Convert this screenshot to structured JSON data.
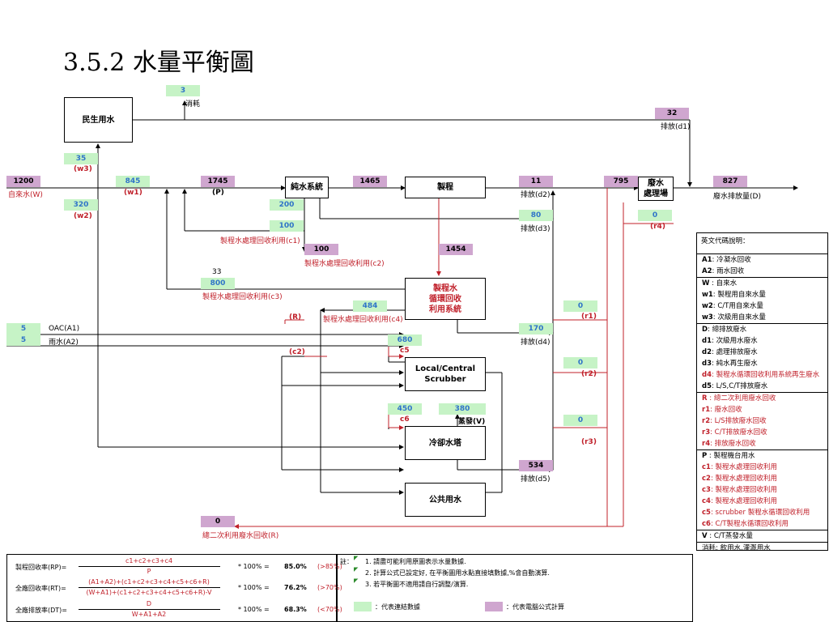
{
  "title": "3.5.2 水量平衡圖",
  "boxes": {
    "domestic": "民生用水",
    "pure": "純水系統",
    "process": "製程",
    "wwtp": "廢水\n處理場",
    "recycle": "製程水\n循環回收\n利用系統",
    "scrubber": "Local/Central\nScrubber",
    "cooling": "冷卻水塔",
    "public": "公共用水"
  },
  "values": {
    "v3": "3",
    "v32": "32",
    "v35": "35",
    "v1200": "1200",
    "v845": "845",
    "v1745": "1745",
    "v1465": "1465",
    "v11": "11",
    "v795": "795",
    "v827": "827",
    "v320": "320",
    "v200": "200",
    "v80": "80",
    "v0_r4": "0",
    "v100a": "100",
    "v100b": "100",
    "v1454": "1454",
    "v33": "33",
    "v800": "800",
    "v484": "484",
    "v0_r1": "0",
    "v5a": "5",
    "v5b": "5",
    "v170": "170",
    "v680": "680",
    "v0_r2": "0",
    "v450": "450",
    "v380": "380",
    "v0_r3": "0",
    "v534": "534",
    "v0_R": "0"
  },
  "labels": {
    "consume": "消耗",
    "d1": "排放(d1)",
    "w3": "(w3)",
    "W": "自來水(W)",
    "w1": "(w1)",
    "P": "(P)",
    "d2": "排放(d2)",
    "D": "廢水排放量(D)",
    "w2": "(w2)",
    "d3": "排放(d3)",
    "r4": "(r4)",
    "c1": "製程水處理回收利用(c1)",
    "c2": "製程水處理回收利用(c2)",
    "c3": "製程水處理回收利用(c3)",
    "R": "(R)",
    "c4": "製程水處理回收利用(c4)",
    "r1": "(r1)",
    "a1": "OAC(A1)",
    "a2": "雨水(A2)",
    "d4": "排放(d4)",
    "c2b": "(c2)",
    "c5": "c5",
    "r2": "(r2)",
    "c6": "c6",
    "evap": "蒸發(V)",
    "r3": "(r3)",
    "d5": "排放(d5)",
    "Rtotal": "總二次利用廢水回收(R)"
  },
  "legend": {
    "header": "英文代碼說明：",
    "rows": [
      {
        "k": "A1",
        "t": ": 冷凝水回收",
        "red": false,
        "sep": false
      },
      {
        "k": "A2",
        "t": ": 雨水回收",
        "red": false,
        "sep": false
      },
      {
        "k": "W",
        "t": " : 自來水",
        "red": false,
        "sep": true
      },
      {
        "k": "w1",
        "t": ": 製程用自來水量",
        "red": false,
        "sep": false
      },
      {
        "k": "w2",
        "t": ": C/T用自來水量",
        "red": false,
        "sep": false
      },
      {
        "k": "w3",
        "t": ": 次級用自來水量",
        "red": false,
        "sep": false
      },
      {
        "k": "D",
        "t": ": 總排放廢水",
        "red": false,
        "sep": true
      },
      {
        "k": "d1",
        "t": ": 次級用水廢水",
        "red": false,
        "sep": false
      },
      {
        "k": "d2",
        "t": ": 處理排放廢水",
        "red": false,
        "sep": false
      },
      {
        "k": "d3",
        "t": ": 純水再生廢水",
        "red": false,
        "sep": false
      },
      {
        "k": "d4",
        "t": ": 製程水循環回收利用系統再生廢水",
        "red": true,
        "sep": false
      },
      {
        "k": "d5",
        "t": ": L/S,C/T排放廢水",
        "red": false,
        "sep": false
      },
      {
        "k": "R",
        "t": " : 總二次利用廢水回收",
        "red": true,
        "sep": true
      },
      {
        "k": "r1",
        "t": ": 廢水回收",
        "red": true,
        "sep": false
      },
      {
        "k": "r2",
        "t": ": L/S排放廢水回收",
        "red": true,
        "sep": false
      },
      {
        "k": "r3",
        "t": ": C/T排放廢水回收",
        "red": true,
        "sep": false
      },
      {
        "k": "r4",
        "t": ": 排放廢水回收",
        "red": true,
        "sep": false
      },
      {
        "k": "P",
        "t": " : 製程機台用水",
        "red": false,
        "sep": true
      },
      {
        "k": "c1",
        "t": ": 製程水處理回收利用",
        "red": true,
        "sep": false
      },
      {
        "k": "c2",
        "t": ": 製程水處理回收利用",
        "red": true,
        "sep": false
      },
      {
        "k": "c3",
        "t": ": 製程水處理回收利用",
        "red": true,
        "sep": false
      },
      {
        "k": "c4",
        "t": ": 製程水處理回收利用",
        "red": true,
        "sep": false
      },
      {
        "k": "c5",
        "t": ": scrubber 製程水循環回收利用",
        "red": true,
        "sep": false
      },
      {
        "k": "c6",
        "t": ": C/T製程水循環回收利用",
        "red": true,
        "sep": false
      },
      {
        "k": "V",
        "t": " : C/T蒸發水量",
        "red": false,
        "sep": true
      },
      {
        "k": "",
        "t": "消耗: 飲用水,灌溉用水",
        "red": false,
        "sep": true
      }
    ]
  },
  "formulas": [
    {
      "name": "製程回收率(RP)=",
      "num": "c1+c2+c3+c4",
      "den": "P",
      "mul": "* 100%  =",
      "res": "85.0%",
      "thr": "(>85%)"
    },
    {
      "name": "全廠回收率(RT)=",
      "num": "(A1+A2)+(c1+c2+c3+c4+c5+c6+R)",
      "den": "(W+A1)+(c1+c2+c3+c4+c5+c6+R)-V",
      "mul": "* 100%  =",
      "res": "76.2%",
      "thr": "(>70%)"
    },
    {
      "name": "全廠排放率(DT)=",
      "num": "D",
      "den": "W+A1+A2",
      "mul": "* 100%  =",
      "res": "68.3%",
      "thr": "(<70%)"
    }
  ],
  "notes": {
    "header": "註：",
    "items": [
      "1. 請盡可能利用原圖表示水量數據.",
      "2. 計算公式已設定好, 在平衡圖用水點直接填數據,%會自動演算.",
      "3. 若平衡圖不適用請自行調整/演算."
    ],
    "green_legend": "：代表連結數據",
    "purple_legend": "：代表電腦公式計算"
  },
  "colors": {
    "green": "#c6f3c6",
    "purple": "#cfa6cf",
    "red": "#c0202a",
    "blue": "#2f74c8"
  }
}
